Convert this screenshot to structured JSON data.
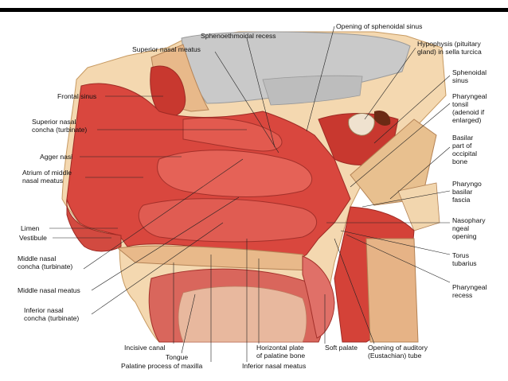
{
  "labels": {
    "sphenoethmoidal_recess": "Sphenoethmoidal recess",
    "opening_sphenoidal_sinus": "Opening of sphenoidal sinus",
    "superior_nasal_meatus": "Superior nasal meatus",
    "hypophysis": "Hypophysis (pituitary\ngland) in sella turcica",
    "sphenoidal_sinus": "Sphenoidal\nsinus",
    "frontal_sinus": "Frontal sinus",
    "pharyngeal_tonsil": "Pharyngeal\ntonsil\n(adenoid if\nenlarged)",
    "superior_nasal_concha": "Superior nasal\nconcha (turbinate)",
    "basilar_part": "Basilar\npart of\noccipital\nbone",
    "agger_nasi": "Agger nasi",
    "atrium_middle_meatus": "Atrium of middle\nnasal meatus",
    "pharyngobasilar_fascia": "Pharyngo\nbasilar\nfascia",
    "limen": "Limen",
    "vestibule": "Vestibule",
    "nasopharyngeal_opening": "Nasophary\nngeal\nopening",
    "middle_nasal_concha": "Middle nasal\nconcha (turbinate)",
    "torus_tubarius": "Torus\ntubarius",
    "middle_nasal_meatus": "Middle nasal meatus",
    "pharyngeal_recess": "Pharyngeal\nrecess",
    "inferior_nasal_concha": "Inferior nasal\nconcha (turbinate)",
    "incisive_canal": "Incisive canal",
    "tongue": "Tongue",
    "horizontal_plate": "Horizontal plate\nof palatine bone",
    "soft_palate": "Soft palate",
    "opening_auditory_tube": "Opening of auditory\n(Eustachian) tube",
    "palatine_process": "Palatine process of maxilla",
    "inferior_nasal_meatus": "Inferior nasal meatus"
  },
  "colors": {
    "mucosa": "#d9473e",
    "mucosa_dark": "#b8302b",
    "bone": "#e8b98a",
    "brain": "#c8c8c8",
    "header_bar": "#000000"
  }
}
